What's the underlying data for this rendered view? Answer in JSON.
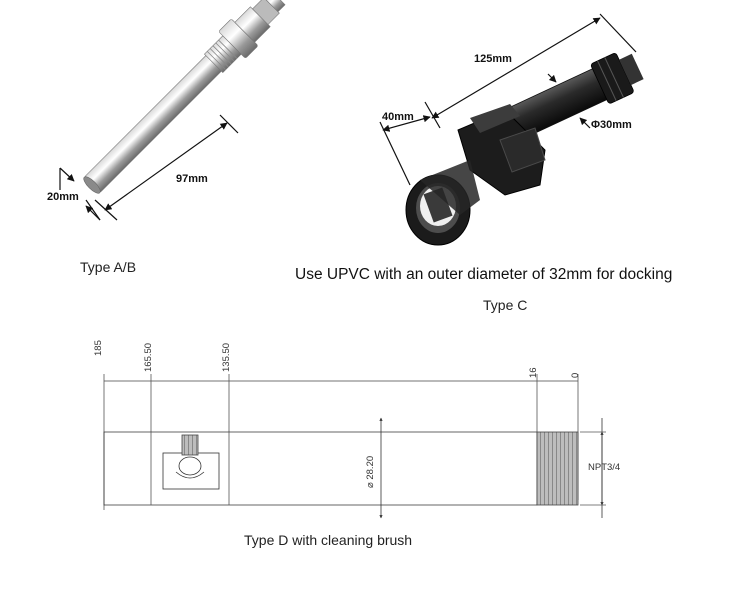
{
  "type_ab": {
    "caption": "Type A/B",
    "dim_length": "97mm",
    "dim_diameter": "20mm"
  },
  "type_c": {
    "dim_length": "125mm",
    "dim_width": "40mm",
    "dim_diameter": "Φ30mm",
    "note": "Use UPVC with an outer diameter of 32mm for docking",
    "caption": "Type C"
  },
  "type_d": {
    "ticks": [
      "185",
      "165.50",
      "135.50",
      "16",
      "0"
    ],
    "diameter_label": "⌀ 28.20",
    "thread_label": "NPT3/4",
    "caption": "Type D with cleaning brush"
  }
}
